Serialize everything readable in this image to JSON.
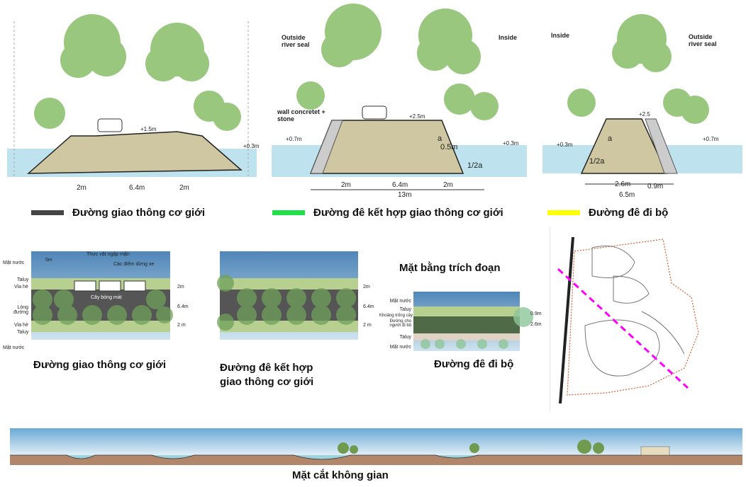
{
  "sections": {
    "left": {
      "elev": [
        "+1.5m",
        "+0.3m"
      ],
      "dims": [
        "2m",
        "6.4m",
        "2m"
      ]
    },
    "middle": {
      "outside": "Outside river seal",
      "inside": "Inside",
      "wall": "wall concretet + stone",
      "elev": [
        "+0.7m",
        "+2.5m",
        "+0.3m"
      ],
      "a": "a",
      "half": "0.5m",
      "slope": "1/2a",
      "dims": [
        "2m",
        "6.4m",
        "2m"
      ],
      "total": "13m"
    },
    "right": {
      "inside": "Inside",
      "outside": "Outside river seal",
      "elev": [
        "+0.3m",
        "+2.5",
        "+0.7m"
      ],
      "a": "a",
      "slope": "1/2a",
      "dims": [
        "2.6m",
        "0.9m"
      ],
      "total": "6.5m"
    }
  },
  "legend": [
    {
      "label": "Đường giao thông cơ giới",
      "color": "#444444"
    },
    {
      "label": "Đường đê kết hợp giao thông cơ giới",
      "color": "#22e04a"
    },
    {
      "label": "Đường đê đi bộ",
      "color": "#ffff00"
    }
  ],
  "plans": {
    "road": {
      "labels": [
        "Mặt nước",
        "Taluy",
        "Vỉa hè",
        "Lòng đường",
        "Vỉa hè",
        "Taluy",
        "Mặt nước"
      ],
      "notes": [
        "Thực vật ngập mặn",
        "Các điểm dừng xe",
        "Cây bóng mát"
      ],
      "dims": [
        "5m",
        "2m",
        "6.4m",
        "2 m"
      ],
      "caption": "Đường giao thông cơ giới"
    },
    "dyke": {
      "dims": [
        "2m",
        "6.4m",
        "2 m"
      ],
      "caption": "Đường đê kết hợp giao thông cơ giới"
    },
    "walk": {
      "title": "Mặt bằng trích đoạn",
      "labels": [
        "Mặt nước",
        "Taluy",
        "Khoảng trống cây",
        "Đường cho người đi bộ",
        "Taluy",
        "Mặt nước"
      ],
      "dims": [
        "0.9m",
        "2.6m"
      ],
      "caption": "Đường đê đi bộ"
    }
  },
  "map": {
    "highlight": "#ff00ff"
  },
  "panorama": {
    "caption": "Mặt cắt không gian"
  }
}
